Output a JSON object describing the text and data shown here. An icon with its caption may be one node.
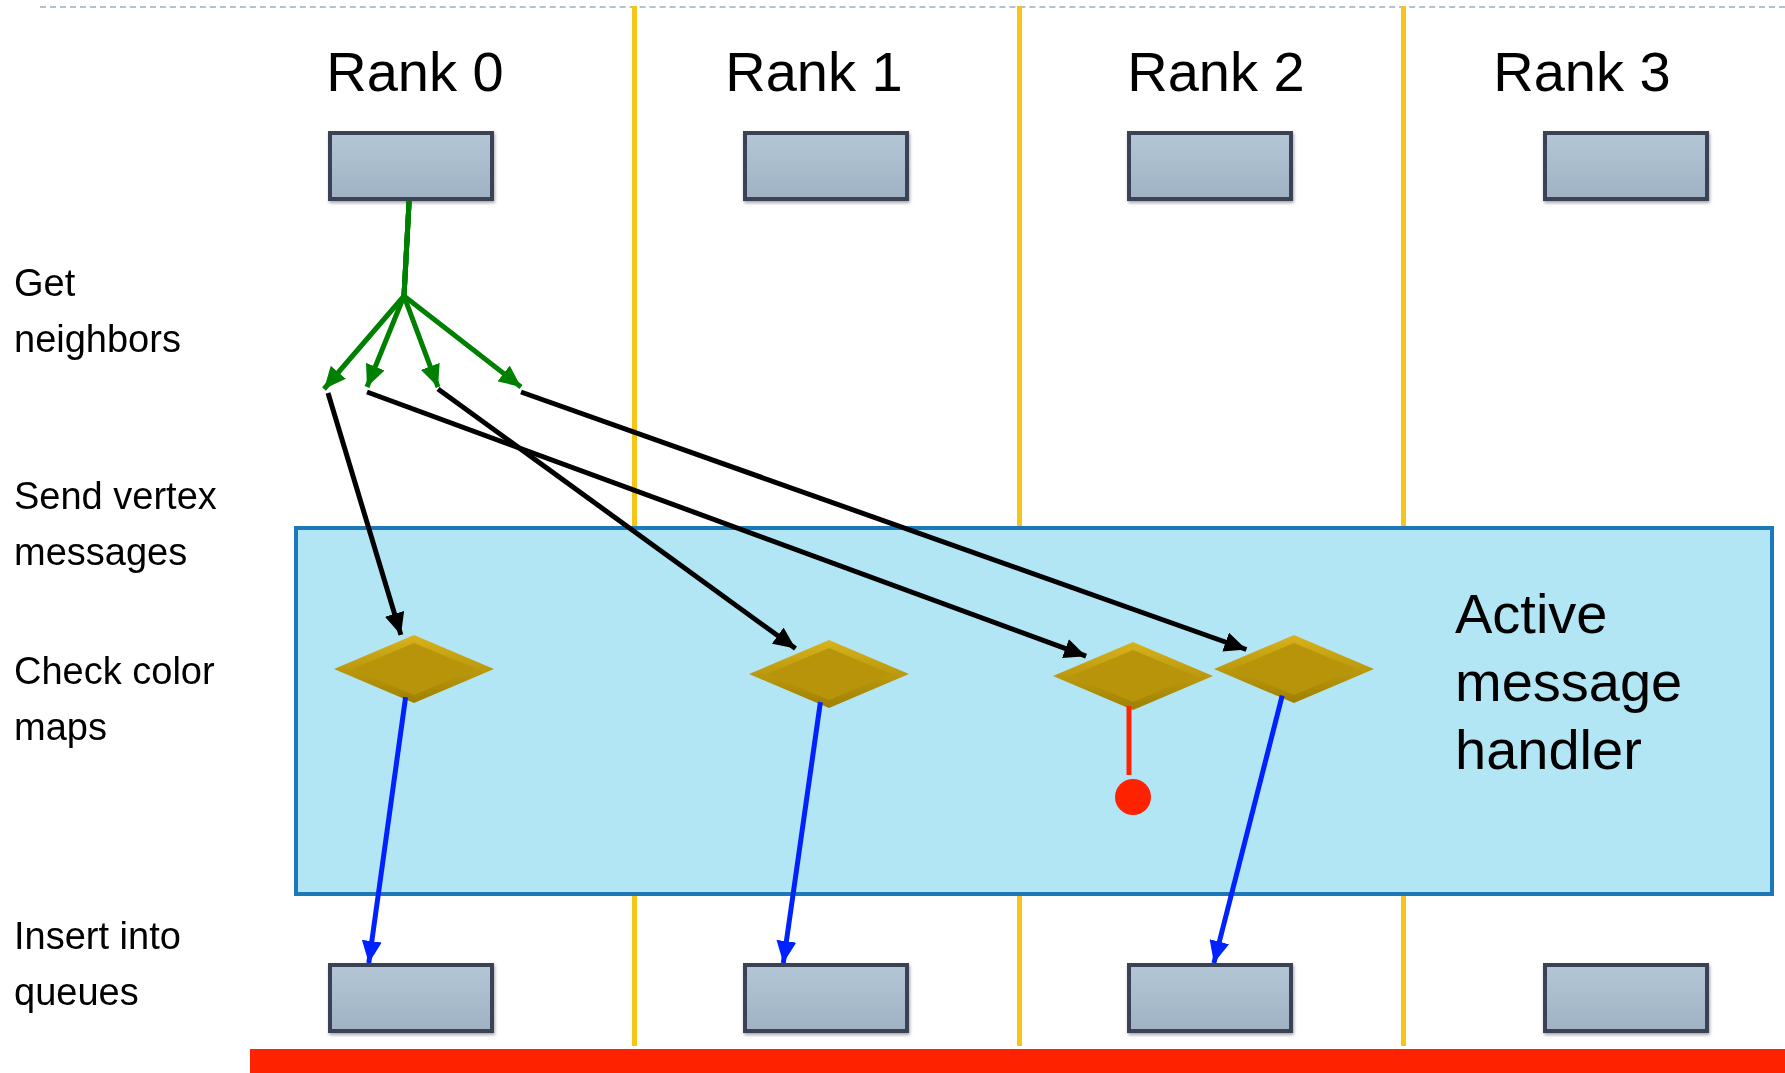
{
  "diagram": {
    "nodes": [
      {
        "text": [],
        "shape": "box"
      },
      {
        "text": [],
        "shape": "box"
      },
      {
        "text": [],
        "shape": "box"
      },
      {
        "text": [],
        "shape": "box"
      },
      {
        "text": [
          "Active message handler"
        ]
      },
      {
        "text": [],
        "shape": "diamond",
        "in": 4
      },
      {
        "text": [],
        "shape": "diamond",
        "in": 4
      },
      {
        "text": [],
        "shape": "diamond",
        "in": 4
      },
      {
        "text": [],
        "shape": "diamond",
        "in": 4
      },
      {
        "text": [],
        "shape": "circle",
        "in": 4
      },
      {
        "text": [],
        "shape": "box"
      },
      {
        "text": [],
        "shape": "box"
      },
      {
        "text": [],
        "shape": "box"
      },
      {
        "text": [],
        "shape": "box"
      }
    ],
    "edges": [
      {
        "from": 0,
        "to": null,
        "arrow": "to",
        "color": "#008000"
      },
      {
        "from": 0,
        "to": null,
        "arrow": "to",
        "color": "#008000"
      },
      {
        "from": 0,
        "to": null,
        "arrow": "to",
        "color": "#008000"
      },
      {
        "from": 0,
        "to": null,
        "arrow": "to",
        "color": "#008000"
      },
      {
        "from": null,
        "to": 5,
        "arrow": "to",
        "color": "#000000"
      },
      {
        "from": null,
        "to": 7,
        "arrow": "to",
        "color": "#000000"
      },
      {
        "from": null,
        "to": 6,
        "arrow": "to",
        "color": "#000000"
      },
      {
        "from": null,
        "to": 8,
        "arrow": "to",
        "color": "#000000"
      },
      {
        "from": 5,
        "to": 10,
        "arrow": "to",
        "color": "#0022ff"
      },
      {
        "from": 6,
        "to": 11,
        "arrow": "to",
        "color": "#0022ff"
      },
      {
        "from": 8,
        "to": 12,
        "arrow": "to",
        "color": "#0022ff"
      },
      {
        "from": 7,
        "to": 9,
        "arrow": "none",
        "color": "#ff2200"
      }
    ],
    "labels": [
      "Rank 0",
      "Rank 1",
      "Rank 2",
      "Rank 3",
      "Get neighbors",
      "Send vertex messages",
      "Check color maps",
      "Insert into queues"
    ]
  }
}
